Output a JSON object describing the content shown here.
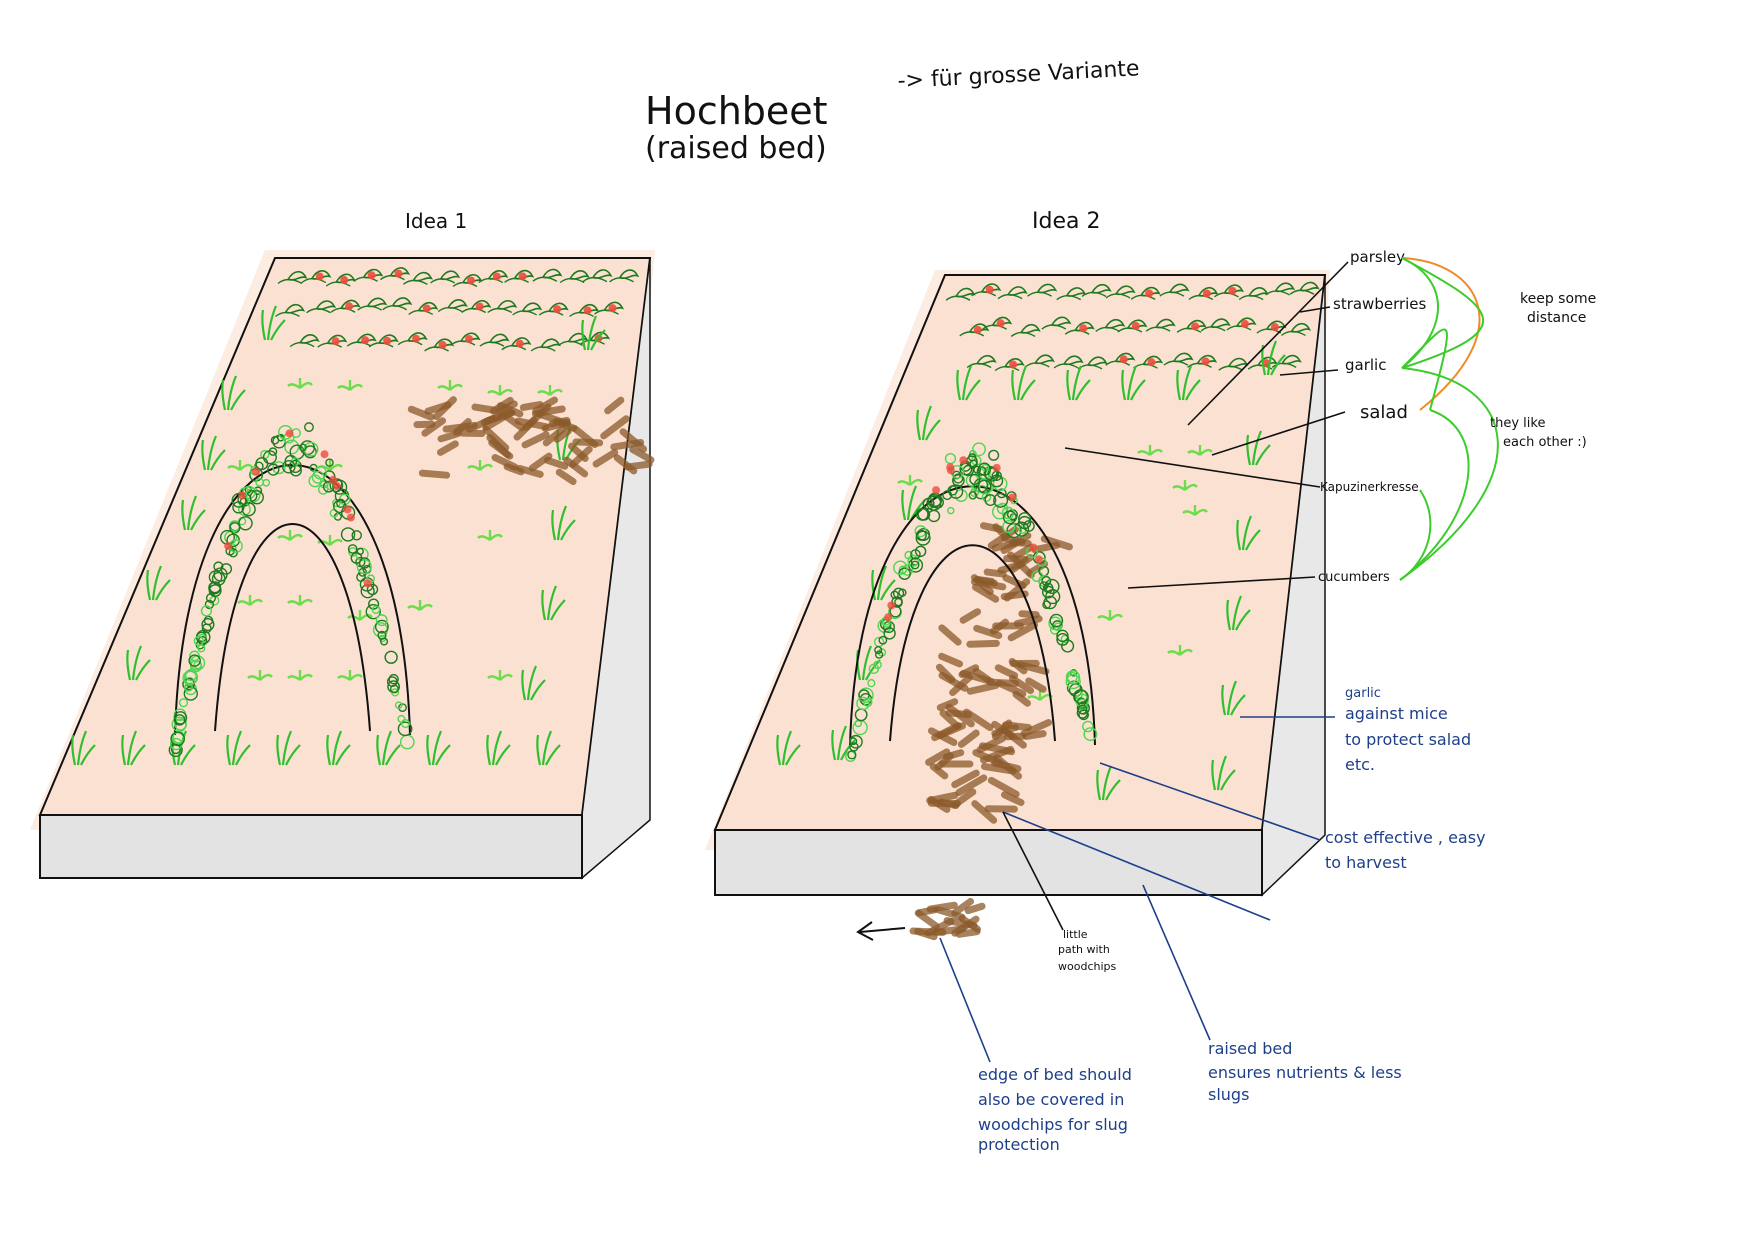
{
  "title": {
    "line1": "Hochbeet",
    "line2": "(raised bed)"
  },
  "header_note": "-> für grosse Variante",
  "ideas": [
    {
      "label": "Idea 1"
    },
    {
      "label": "Idea 2"
    }
  ],
  "plant_labels": {
    "parsley": "parsley",
    "strawberries": "strawberries",
    "garlic": "garlic",
    "salad": "salad",
    "kapuzinerkresse": "Kapuzinerkresse",
    "cucumbers": "cucumbers"
  },
  "relations": {
    "keep_distance": [
      "keep some",
      "distance"
    ],
    "like_each_other": [
      "they like",
      "each other :)"
    ]
  },
  "notes": {
    "garlic_title": "garlic",
    "garlic": [
      "against mice",
      "to protect salad",
      "etc."
    ],
    "cost": [
      "cost effective , easy",
      "to harvest"
    ],
    "path": [
      "little",
      "path with",
      "woodchips"
    ],
    "raised_bed": [
      "raised bed",
      "ensures nutrients & less",
      "slugs"
    ],
    "edge": [
      "edge of bed should",
      "also be covered in",
      "woodchips for slug",
      "protection"
    ]
  },
  "colors": {
    "soil": "#fbe1d2",
    "box": "#e3e3e3",
    "leaf": "#1f7a1f",
    "grass": "#2fbf2f",
    "berry": "#ee4b3c",
    "woodchip": "#8b5a2b",
    "note": "#1e3f8a",
    "green_arc": "#3ccc2c",
    "orange_arc": "#f08a24"
  }
}
